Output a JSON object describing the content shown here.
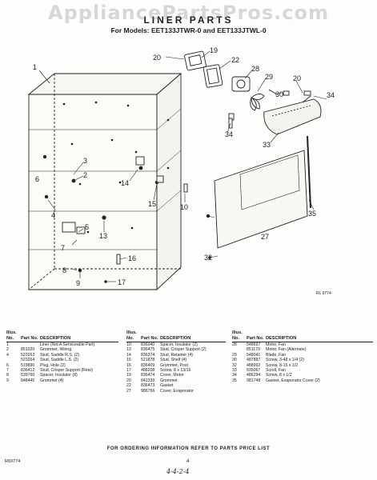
{
  "watermark": "AppliancePartsPros.com",
  "header": {
    "title": "LINER PARTS",
    "models": "For Models: EET133JTWR-0 and EET133JTWL-0"
  },
  "callouts": [
    "1",
    "2",
    "3",
    "4",
    "5",
    "6",
    "7",
    "8",
    "9",
    "10",
    "13",
    "14",
    "15",
    "16",
    "17",
    "19",
    "20",
    "22",
    "27",
    "28",
    "29",
    "30",
    "32",
    "33",
    "34",
    "34",
    "35",
    "20"
  ],
  "diagram_code": "RL 9774",
  "parts_table": {
    "headers": {
      "illus": "Illus. No.",
      "part": "Part No.",
      "desc": "DESCRIPTION"
    },
    "columns": [
      [
        {
          "illus": "1",
          "part": "",
          "desc": "Liner (Not A Serviceable Part)"
        },
        {
          "illus": "2",
          "part": "851020",
          "desc": "Grommet, Wiring"
        },
        {
          "illus": "4",
          "part": "523263",
          "desc": "Stud, Saddle R.S. (2)"
        },
        {
          "illus": "",
          "part": "523264",
          "desc": "Stud, Saddle L.S. (2)"
        },
        {
          "illus": "6",
          "part": "519890",
          "desc": "Plug, Hole (2)"
        },
        {
          "illus": "7",
          "part": "836412",
          "desc": "Stud, Crisper Support (Rear)"
        },
        {
          "illus": "8",
          "part": "539760",
          "desc": "Spacer, Insulator (8)"
        },
        {
          "illus": "9",
          "part": "848445",
          "desc": "Grommet (4)"
        }
      ],
      [
        {
          "illus": "10",
          "part": "836040",
          "desc": "Spacer, Insulator (2)"
        },
        {
          "illus": "13",
          "part": "836475",
          "desc": "Stud, Crisper Support (2)"
        },
        {
          "illus": "14",
          "part": "836374",
          "desc": "Stud, Retainer (4)"
        },
        {
          "illus": "15",
          "part": "521878",
          "desc": "Stud, Shelf (4)"
        },
        {
          "illus": "16",
          "part": "836409",
          "desc": "Grommet, Post"
        },
        {
          "illus": "17",
          "part": "488208",
          "desc": "Screw, 8 x 13/16"
        },
        {
          "illus": "19",
          "part": "836474",
          "desc": "Cover, Motor"
        },
        {
          "illus": "20",
          "part": "842339",
          "desc": "Grommet"
        },
        {
          "illus": "22",
          "part": "836473",
          "desc": "Gasket"
        },
        {
          "illus": "27",
          "part": "986756",
          "desc": "Cover, Evaporator"
        }
      ],
      [
        {
          "illus": "28",
          "part": "548697",
          "desc": "Motor, Fan"
        },
        {
          "illus": "",
          "part": "851170",
          "desc": "Motor, Fan (Alternate)"
        },
        {
          "illus": "29",
          "part": "548041",
          "desc": "Blade, Fan"
        },
        {
          "illus": "30",
          "part": "487887",
          "desc": "Screw, 3-48 x 1/4 (2)"
        },
        {
          "illus": "32",
          "part": "488992",
          "desc": "Screw, 8-15 x 1/2"
        },
        {
          "illus": "33",
          "part": "935067",
          "desc": "Scroll, Fan"
        },
        {
          "illus": "34",
          "part": "486294",
          "desc": "Screw, 8 x 1/2"
        },
        {
          "illus": "35",
          "part": "981748",
          "desc": "Gasket, Evaporator Cover (2)"
        }
      ]
    ]
  },
  "footer": {
    "note": "FOR ORDERING INFORMATION REFER TO PARTS PRICE LIST",
    "doc_number": "R69774",
    "page_number": "4",
    "handwritten": "4-4-2-4"
  }
}
